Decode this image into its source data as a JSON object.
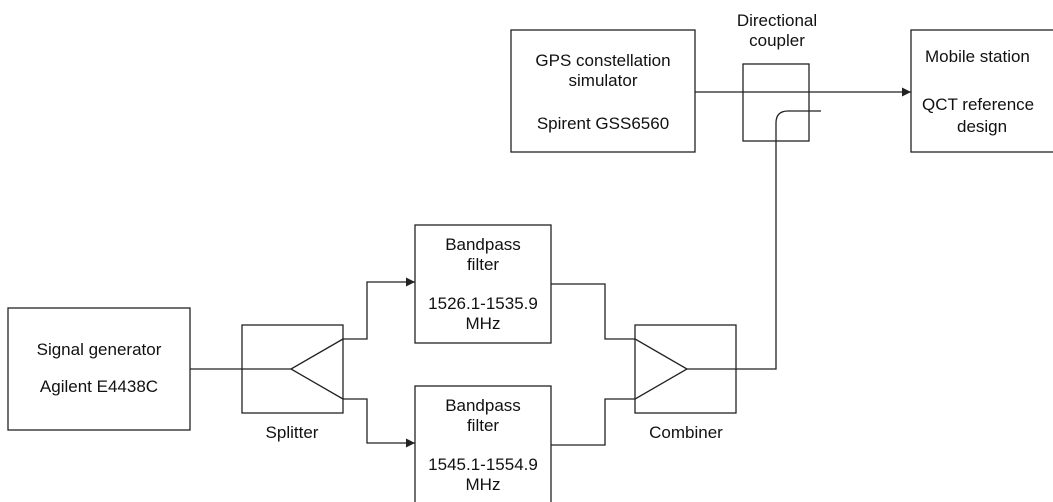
{
  "blocks": {
    "gps": {
      "line1": "GPS constellation",
      "line2": "simulator",
      "line3": "Spirent GSS6560"
    },
    "coupler": {
      "line1": "Directional",
      "line2": "coupler"
    },
    "mobile": {
      "line1": "Mobile station",
      "line2": "QCT reference",
      "line3": "design"
    },
    "signal_gen": {
      "line1": "Signal generator",
      "line2": "Agilent E4438C"
    },
    "splitter": {
      "label": "Splitter"
    },
    "combiner": {
      "label": "Combiner"
    },
    "filter_top": {
      "line1": "Bandpass",
      "line2": "filter",
      "line3": "1526.1-1535.9",
      "line4": "MHz"
    },
    "filter_bottom": {
      "line1": "Bandpass",
      "line2": "filter",
      "line3": "1545.1-1554.9",
      "line4": "MHz"
    }
  }
}
